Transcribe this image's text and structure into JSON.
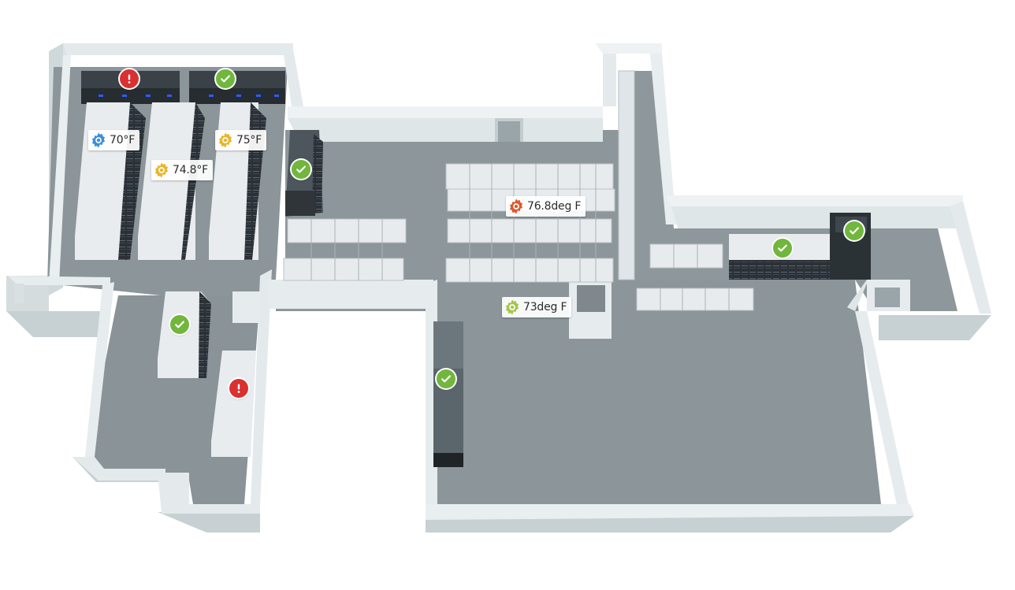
{
  "floor_plan": {
    "temperature_sensors": [
      {
        "label": "70°F",
        "status": "normal",
        "color": "#3a8fd9",
        "icon": "gear-icon"
      },
      {
        "label": "74.8°F",
        "status": "warning",
        "color": "#e8b62a",
        "icon": "gear-icon"
      },
      {
        "label": "75°F",
        "status": "warning",
        "color": "#e8b62a",
        "icon": "gear-icon"
      },
      {
        "label": "76.8deg F",
        "status": "critical",
        "color": "#e0582a",
        "icon": "gear-icon"
      },
      {
        "label": "73deg F",
        "status": "normal",
        "color": "#a7c44c",
        "icon": "gear-icon"
      }
    ],
    "status_badges": [
      {
        "status": "alert",
        "color": "#d93030",
        "icon": "exclamation-icon"
      },
      {
        "status": "ok",
        "color": "#71b63d",
        "icon": "checkmark-icon"
      },
      {
        "status": "ok",
        "color": "#71b63d",
        "icon": "checkmark-icon"
      },
      {
        "status": "ok",
        "color": "#71b63d",
        "icon": "checkmark-icon"
      },
      {
        "status": "alert",
        "color": "#d93030",
        "icon": "exclamation-icon"
      },
      {
        "status": "ok",
        "color": "#71b63d",
        "icon": "checkmark-icon"
      },
      {
        "status": "ok",
        "color": "#71b63d",
        "icon": "checkmark-icon"
      },
      {
        "status": "ok",
        "color": "#71b63d",
        "icon": "checkmark-icon"
      }
    ],
    "colors": {
      "floor": "#8a9498",
      "wall_top": "#e6eced",
      "wall_side": "#c9d2d4",
      "rack_white": "#e9edf0",
      "rack_dark": "#2a3034",
      "led_blue": "#2f5bff"
    }
  }
}
